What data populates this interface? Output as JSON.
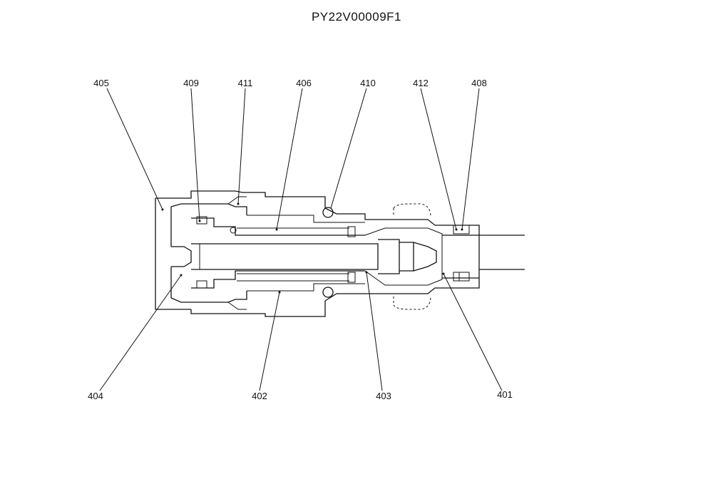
{
  "title": "PY22V00009F1",
  "callouts": {
    "c405": "405",
    "c409": "409",
    "c411": "411",
    "c406": "406",
    "c410": "410",
    "c412": "412",
    "c408": "408",
    "c404": "404",
    "c402": "402",
    "c403": "403",
    "c401": "401"
  }
}
